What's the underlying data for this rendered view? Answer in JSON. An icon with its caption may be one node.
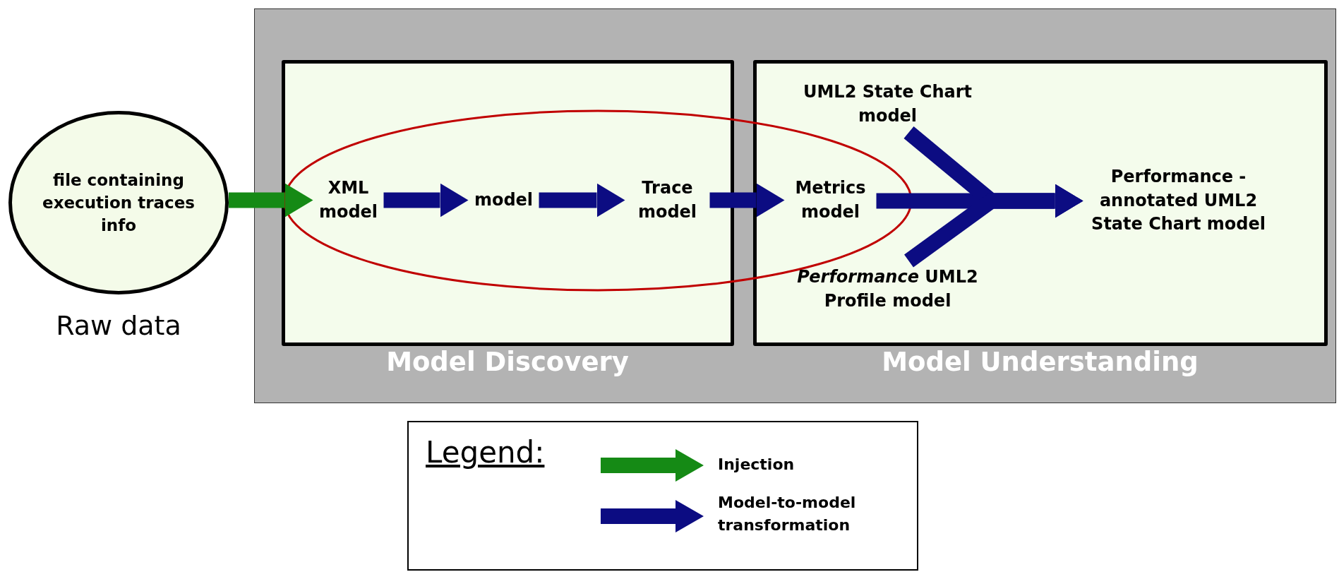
{
  "diagram": {
    "nodes": [
      {
        "text": [],
        "shape": "box"
      },
      {
        "text": [
          "Model Discovery"
        ],
        "in": 0
      },
      {
        "text": [
          "Model Understanding"
        ],
        "in": 0
      },
      {
        "text": [
          "file containing execution traces info"
        ],
        "beside": [
          "Raw data"
        ]
      },
      {
        "text": [
          "XML model"
        ],
        "in": 1
      },
      {
        "text": [
          "model"
        ],
        "in": 1
      },
      {
        "text": [
          "Trace model"
        ],
        "in": 1
      },
      {
        "text": [
          "Metrics model"
        ],
        "in": 2
      },
      {
        "text": [
          "UML2 State Chart model"
        ],
        "in": 2
      },
      {
        "text": [
          "*Performance* UML2 Profile model"
        ],
        "in": 2
      },
      {
        "text": [
          "Performance -annotated UML2 State Chart model"
        ],
        "in": 2
      }
    ],
    "edges": [
      {
        "from": 3,
        "to": 4,
        "arrow": "to",
        "color": "#158a15"
      },
      {
        "from": 4,
        "to": 5,
        "arrow": "to"
      },
      {
        "from": 5,
        "to": 6,
        "arrow": "to"
      },
      {
        "from": 6,
        "to": 7,
        "arrow": "to"
      },
      {
        "from": 7,
        "to": 10,
        "arrow": "to"
      },
      {
        "from": 8,
        "to": 10,
        "arrow": "to"
      },
      {
        "from": 9,
        "to": 10,
        "arrow": "to"
      }
    ],
    "labels": [
      "Legend:"
    ],
    "legend": [
      {
        "text": "Injection"
      },
      {
        "text": "Model-to-model transformation"
      }
    ]
  }
}
